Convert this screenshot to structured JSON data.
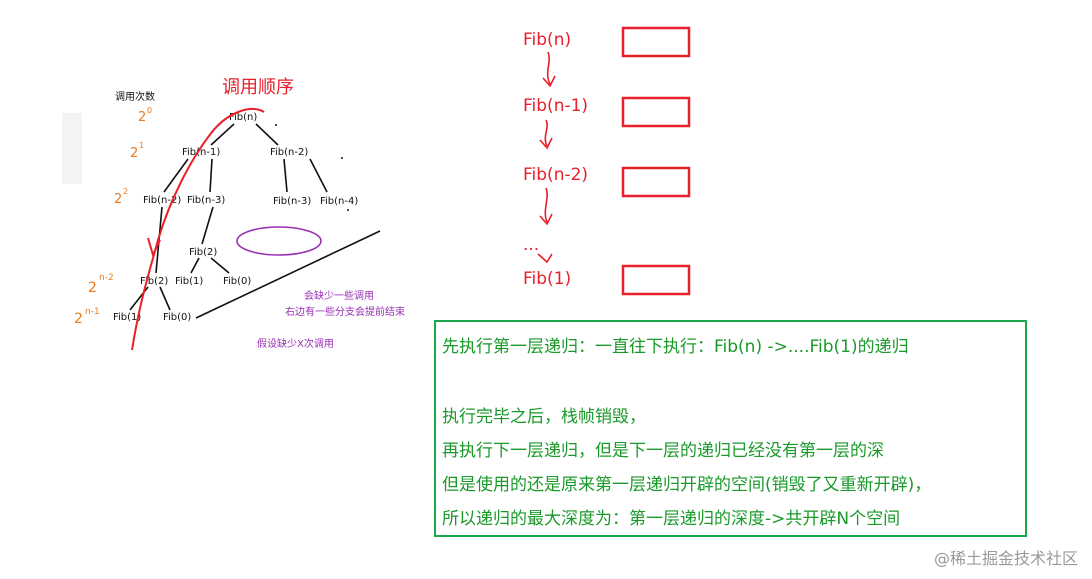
{
  "tree": {
    "title": "调用顺序",
    "side_label": "调用次数",
    "powers": [
      {
        "id": "p0",
        "base": "2",
        "exp": "0"
      },
      {
        "id": "p1",
        "base": "2",
        "exp": "1"
      },
      {
        "id": "p2",
        "base": "2",
        "exp": "2"
      },
      {
        "id": "p3",
        "base": "2",
        "exp": "n-2"
      },
      {
        "id": "p4",
        "base": "2",
        "exp": "n-1"
      }
    ],
    "nodes": [
      {
        "id": "n0",
        "label": "Fib(n)"
      },
      {
        "id": "n1",
        "label": "Fib(n-1)"
      },
      {
        "id": "n2",
        "label": "Fib(n-2)"
      },
      {
        "id": "n3",
        "label": "Fib(n-2)"
      },
      {
        "id": "n4",
        "label": "Fib(n-3)"
      },
      {
        "id": "n5",
        "label": "Fib(n-3)"
      },
      {
        "id": "n6",
        "label": "Fib(n-4)"
      },
      {
        "id": "n7",
        "label": "Fib(2)"
      },
      {
        "id": "n8",
        "label": "Fib(2)"
      },
      {
        "id": "n9",
        "label": "Fib(1)"
      },
      {
        "id": "n10",
        "label": "Fib(0)"
      },
      {
        "id": "n11",
        "label": "Fib(1)"
      },
      {
        "id": "n12",
        "label": "Fib(0)"
      }
    ],
    "notes": {
      "missing_calls": "会缺少一些调用",
      "right_branch_early_end": "右边有一些分支会提前结束",
      "assume_missing": "假设缺少X次调用"
    }
  },
  "stack": {
    "frames": [
      "Fib(n)",
      "Fib(n-1)",
      "Fib(n-2)",
      "...",
      "Fib(1)"
    ]
  },
  "explanation": {
    "lines": [
      "先执行第一层递归：一直往下执行：Fib(n) ->....Fib(1)的递归",
      "执行完毕之后，栈帧销毁，",
      "再执行下一层递归，但是下一层的递归已经没有第一层的深",
      "但是使用的还是原来第一层递归开辟的空间(销毁了又重新开辟)，",
      "所以递归的最大深度为：第一层递归的深度->共开辟N个空间"
    ]
  },
  "watermark": "@稀土掘金技术社区",
  "colors": {
    "red": "#e8202a",
    "orange": "#f07a1a",
    "purple": "#9a2fb4",
    "green": "#1aa84a",
    "black": "#111111"
  }
}
